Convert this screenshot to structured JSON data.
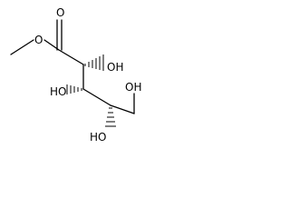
{
  "molecule": {
    "atoms": {
      "carbonyl_oxygen": "O",
      "ester_oxygen": "O",
      "hydroxyl_c2": "OH",
      "hydroxyl_c3": "HO",
      "hydroxyl_c4": "HO",
      "hydroxyl_c5": "OH"
    },
    "stereo_bonds": [
      {
        "at": "C2",
        "to": "OH",
        "style": "hashed"
      },
      {
        "at": "C3",
        "to": "OH",
        "style": "hashed"
      },
      {
        "at": "C4",
        "to": "OH",
        "style": "hashed"
      }
    ]
  }
}
